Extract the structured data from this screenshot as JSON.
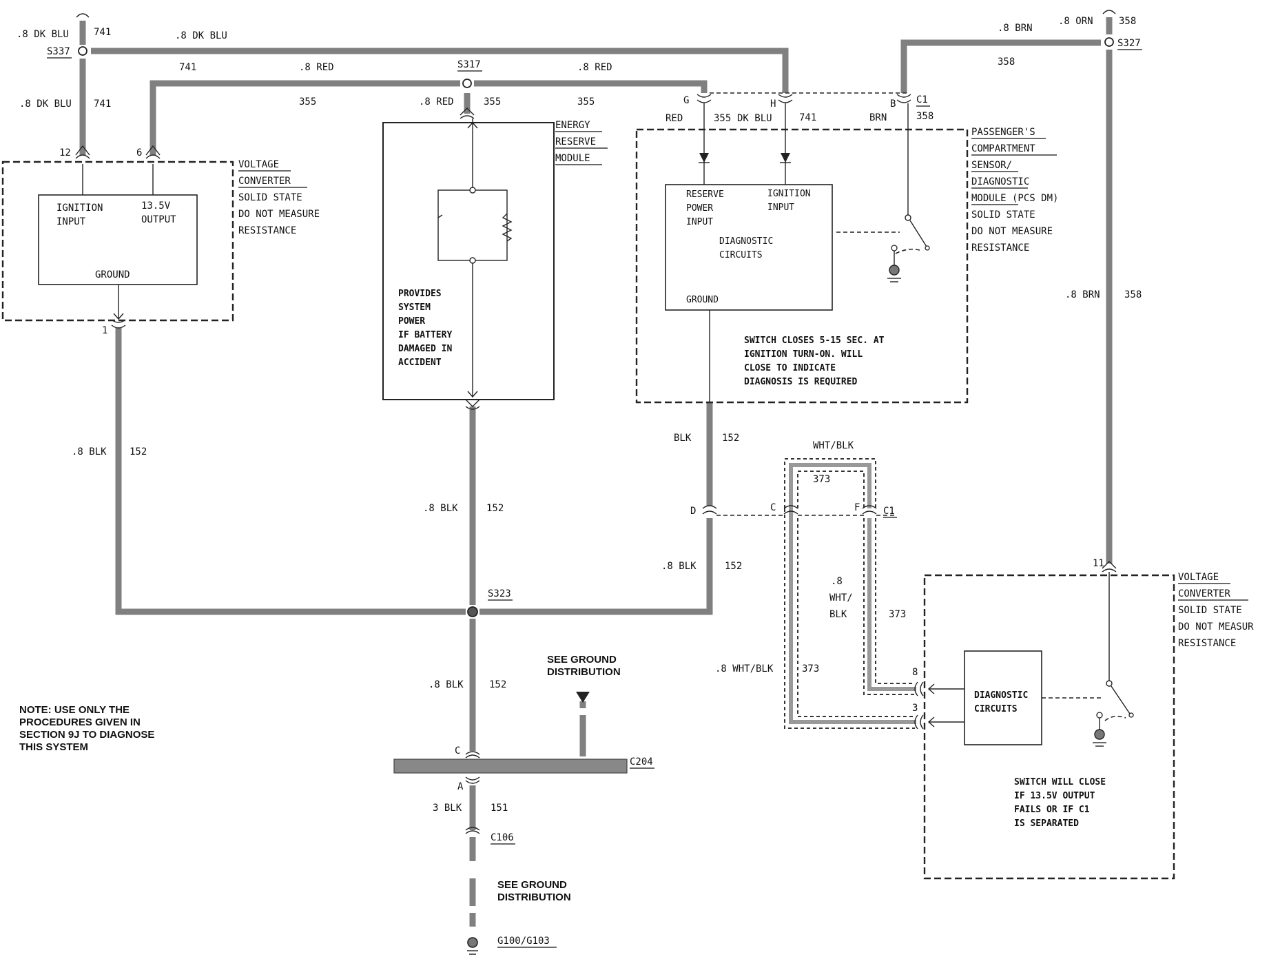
{
  "wires": {
    "s337_top": {
      "gauge": ".8 DK BLU",
      "circuit": "741"
    },
    "top_dkblu": {
      "gauge": ".8 DK BLU"
    },
    "s337_down": {
      "gauge": ".8 DK BLU",
      "circuit": "741"
    },
    "red_left": {
      "circuit": "741",
      "gauge": ".8 RED",
      "circuit2": "355"
    },
    "red_right": {
      "gauge": ".8 RED",
      "circuit": "355"
    },
    "erm_feed": {
      "gauge": ".8 RED",
      "circuit": "355"
    },
    "brn_top": {
      "gauge": ".8 BRN"
    },
    "s327_top": {
      "gauge": ".8 ORN",
      "circuit": "358"
    },
    "s327_left": {
      "circuit": "358"
    },
    "brn_right": {
      "gauge": ".8 BRN",
      "circuit": "358"
    },
    "vc_ground": {
      "gauge": ".8 BLK",
      "circuit": "152"
    },
    "erm_ground": {
      "gauge": ".8 BLK",
      "circuit": "152"
    },
    "pcs_ground": {
      "gauge": "BLK",
      "circuit": "152"
    },
    "pcs_ground2": {
      "gauge": ".8 BLK",
      "circuit": "152"
    },
    "s323_down": {
      "gauge": ".8 BLK",
      "circuit": "152"
    },
    "ground_151": {
      "gauge": "3 BLK",
      "circuit": "151"
    },
    "wht_top": {
      "gauge": "WHT/BLK",
      "circuit": "373"
    },
    "wht_mid": {
      "gauge1": ".8",
      "gauge2": "WHT/",
      "gauge3": "BLK",
      "circuit": "373"
    },
    "wht_left": {
      "gauge": ".8 WHT/BLK",
      "circuit": "373"
    }
  },
  "splices": {
    "s337": "S337",
    "s317": "S317",
    "s327": "S327",
    "s323": "S323"
  },
  "connectors": {
    "vc_12": "12",
    "vc_6": "6",
    "vc_1": "1",
    "pcs_g": "G",
    "pcs_h": "H",
    "pcs_b": "B",
    "pcs_c1": "C1",
    "pcs_g_color": "RED",
    "pcs_g_circuit": "355",
    "pcs_h_color": "DK BLU",
    "pcs_h_circuit": "741",
    "pcs_b_color": "BRN",
    "pcs_b_circuit": "358",
    "c1_d": "D",
    "c1_c": "C",
    "c1_f": "F",
    "c1_label": "C1",
    "vc2_11": "11",
    "vc2_8": "8",
    "vc2_3": "3",
    "c204": "C204",
    "c204_c": "C",
    "c204_a": "A",
    "c106": "C106",
    "ground": "G100/G103"
  },
  "voltage_converter_left": {
    "title1": "VOLTAGE",
    "title2": "CONVERTER",
    "line3": "SOLID STATE",
    "line4": "DO NOT MEASURE",
    "line5": "RESISTANCE",
    "ign1": "IGNITION",
    "ign2": "INPUT",
    "out1": "13.5V",
    "out2": "OUTPUT",
    "ground": "GROUND"
  },
  "energy_reserve_module": {
    "title1": "ENERGY",
    "title2": "RESERVE",
    "title3": "MODULE",
    "desc": [
      "PROVIDES",
      "SYSTEM",
      "POWER",
      "IF BATTERY",
      "DAMAGED IN",
      "ACCIDENT"
    ]
  },
  "pcs_dm": {
    "title": [
      "PASSENGER'S",
      "COMPARTMENT",
      "SENSOR/",
      "DIAGNOSTIC",
      "MODULE (PCS DM)"
    ],
    "line6": "SOLID STATE",
    "line7": "DO NOT MEASURE",
    "line8": "RESISTANCE",
    "reserve": [
      "RESERVE",
      "POWER",
      "INPUT"
    ],
    "ign": [
      "IGNITION",
      "INPUT"
    ],
    "diag": [
      "DIAGNOSTIC",
      "CIRCUITS"
    ],
    "ground": "GROUND",
    "switch_note": [
      "SWITCH CLOSES 5-15 SEC. AT",
      "IGNITION TURN-ON. WILL",
      "CLOSE TO INDICATE",
      "DIAGNOSIS IS REQUIRED"
    ]
  },
  "voltage_converter_right": {
    "title1": "VOLTAGE",
    "title2": "CONVERTER",
    "line3": "SOLID STATE",
    "line4": "DO NOT MEASUR",
    "line5": "RESISTANCE",
    "diag": [
      "DIAGNOSTIC",
      "CIRCUITS"
    ],
    "switch_note": [
      "SWITCH WILL CLOSE",
      "IF 13.5V OUTPUT",
      "FAILS OR IF C1",
      "IS SEPARATED"
    ]
  },
  "notes": {
    "see_ground_1": [
      "SEE GROUND",
      "DISTRIBUTION"
    ],
    "see_ground_2": [
      "SEE GROUND",
      "DISTRIBUTION"
    ],
    "note": [
      "NOTE:  USE ONLY THE",
      "PROCEDURES GIVEN IN",
      "SECTION  9J  TO DIAGNOSE",
      "THIS SYSTEM"
    ]
  }
}
